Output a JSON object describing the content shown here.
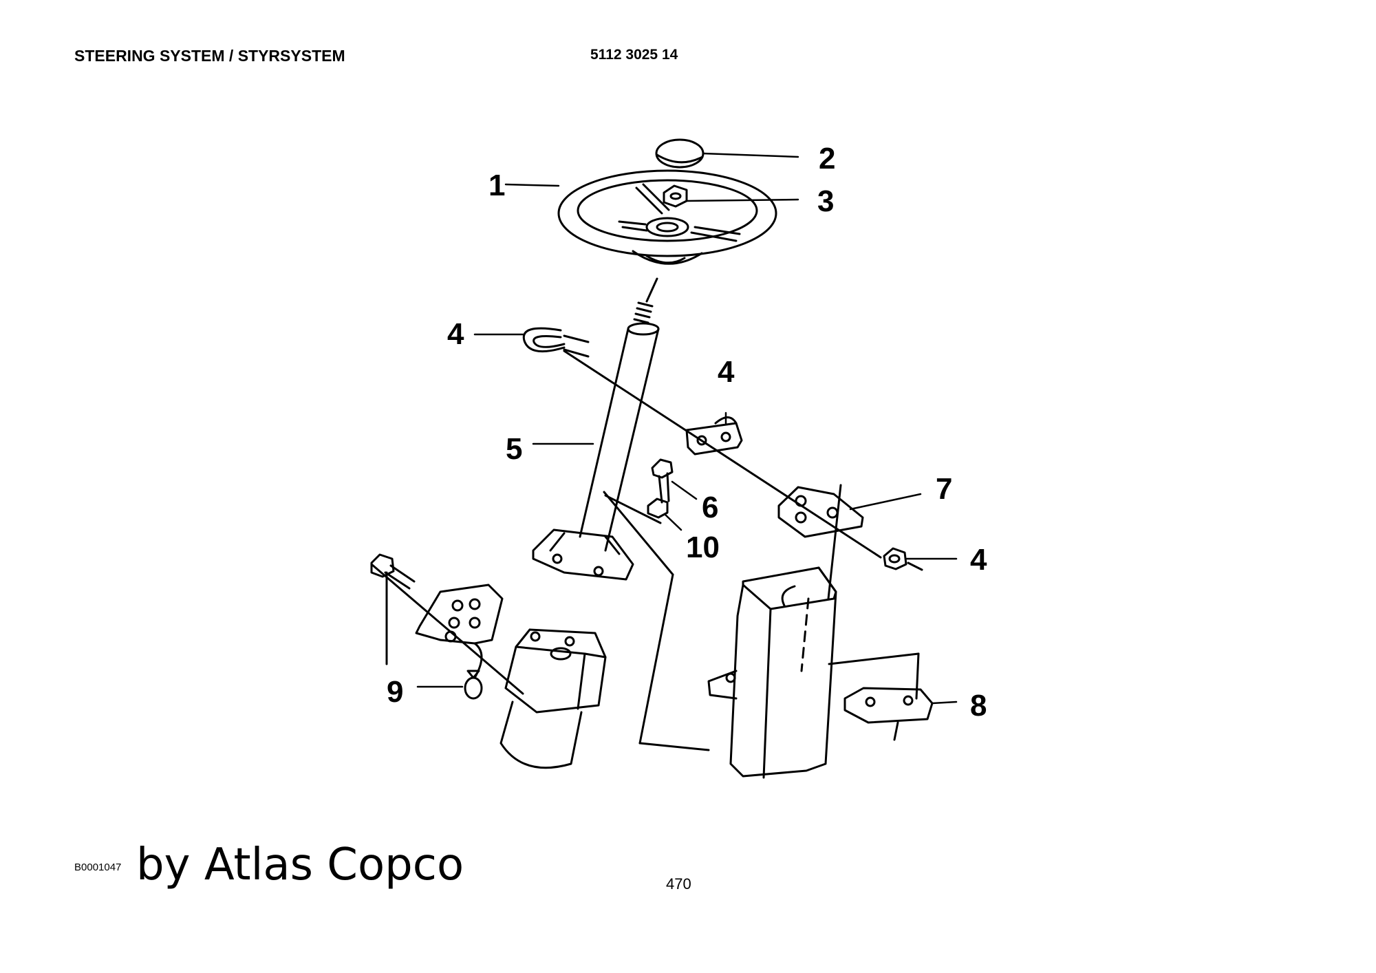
{
  "header": {
    "title": "STEERING SYSTEM / STYRSYSTEM",
    "part_number": "5112 3025 14"
  },
  "callouts": {
    "c1": "1",
    "c2": "2",
    "c3": "3",
    "c4a": "4",
    "c4b": "4",
    "c4c": "4",
    "c5": "5",
    "c6": "6",
    "c7": "7",
    "c8": "8",
    "c9": "9",
    "c10": "10"
  },
  "footer": {
    "drawing_code": "B0001047",
    "brand": "by Atlas Copco",
    "page_number": "470"
  }
}
